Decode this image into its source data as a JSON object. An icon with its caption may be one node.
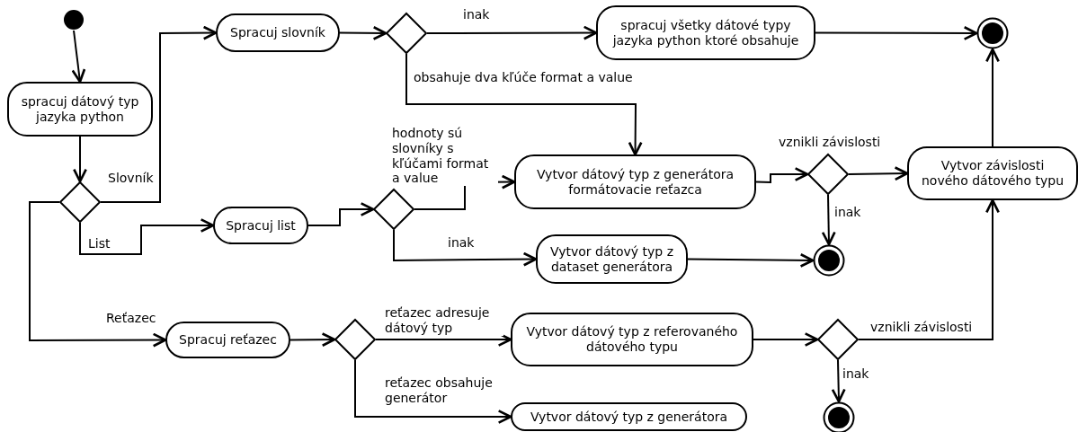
{
  "diagram": {
    "nodes": [
      {
        "text": [],
        "shape": "circle"
      },
      {
        "text": [
          "spracuj dátový typ jazyka python"
        ]
      },
      {
        "text": [],
        "shape": "diamond"
      },
      {
        "text": [
          "Spracuj slovník"
        ]
      },
      {
        "text": [],
        "shape": "diamond"
      },
      {
        "text": [
          "spracuj všetky dátové typy jazyka python ktoré obsahuje"
        ]
      },
      {
        "text": [],
        "shape": "bullseye"
      },
      {
        "text": [
          "Spracuj list"
        ]
      },
      {
        "text": [],
        "shape": "diamond"
      },
      {
        "text": [
          "Vytvor dátový typ z generátora formátovacie reťazca"
        ]
      },
      {
        "text": [],
        "shape": "diamond"
      },
      {
        "text": [
          "Vytvor závislosti nového dátového typu"
        ]
      },
      {
        "text": [
          "Vytvor dátový typ z dataset generátora"
        ]
      },
      {
        "text": [],
        "shape": "bullseye"
      },
      {
        "text": [
          "Spracuj reťazec"
        ]
      },
      {
        "text": [],
        "shape": "diamond"
      },
      {
        "text": [
          "Vytvor dátový typ z referovaného dátového typu"
        ]
      },
      {
        "text": [],
        "shape": "diamond"
      },
      {
        "text": [
          "Vytvor dátový typ z generátora"
        ]
      },
      {
        "text": [],
        "shape": "bullseye"
      }
    ],
    "edges": [
      {
        "from": 0,
        "to": 1,
        "arrow": "to"
      },
      {
        "from": 1,
        "to": 2,
        "arrow": "to"
      },
      {
        "from": 2,
        "to": 3,
        "arrow": "to",
        "label": "Slovník"
      },
      {
        "from": 2,
        "to": 7,
        "arrow": "to",
        "label": "List"
      },
      {
        "from": 2,
        "to": 14,
        "arrow": "to",
        "label": "Reťazec"
      },
      {
        "from": 3,
        "to": 4,
        "arrow": "to"
      },
      {
        "from": 4,
        "to": 5,
        "arrow": "to",
        "label": "inak"
      },
      {
        "from": 4,
        "to": 9,
        "arrow": "to",
        "label": "obsahuje dva kľúče format a value"
      },
      {
        "from": 5,
        "to": 6,
        "arrow": "to"
      },
      {
        "from": 7,
        "to": 8,
        "arrow": "to"
      },
      {
        "from": 8,
        "to": 9,
        "arrow": "to",
        "label": "hodnoty sú slovníky s kľúčami format a value"
      },
      {
        "from": 8,
        "to": 12,
        "arrow": "to",
        "label": "inak"
      },
      {
        "from": 9,
        "to": 10,
        "arrow": "to"
      },
      {
        "from": 10,
        "to": 11,
        "arrow": "to",
        "label": "vznikli závislosti"
      },
      {
        "from": 10,
        "to": 13,
        "arrow": "to",
        "label": "inak"
      },
      {
        "from": 11,
        "to": 6,
        "arrow": "to"
      },
      {
        "from": 12,
        "to": 13,
        "arrow": "to"
      },
      {
        "from": 14,
        "to": 15,
        "arrow": "to"
      },
      {
        "from": 15,
        "to": 16,
        "arrow": "to",
        "label": "reťazec adresuje dátový typ"
      },
      {
        "from": 15,
        "to": 18,
        "arrow": "to",
        "label": "reťazec obsahuje generátor"
      },
      {
        "from": 16,
        "to": 17,
        "arrow": "to"
      },
      {
        "from": 17,
        "to": 11,
        "arrow": "to",
        "label": "vznikli závislosti"
      },
      {
        "from": 17,
        "to": 19,
        "arrow": "to",
        "label": "inak"
      }
    ]
  }
}
